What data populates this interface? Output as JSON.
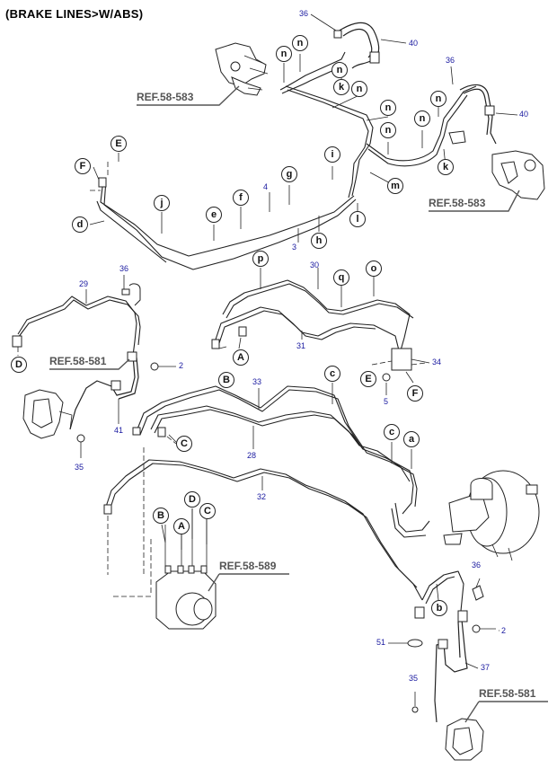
{
  "title": "(BRAKE  LINES>W/ABS)",
  "refs": [
    "REF.58-583",
    "REF.58-583",
    "REF.58-581",
    "REF.58-589",
    "REF.58-581"
  ],
  "part_numbers": [
    "36",
    "40",
    "36",
    "40",
    "4",
    "3",
    "29",
    "36",
    "2",
    "35",
    "41",
    "30",
    "31",
    "34",
    "5",
    "33",
    "28",
    "32",
    "36",
    "2",
    "51",
    "37",
    "35"
  ],
  "callouts": [
    "n",
    "n",
    "n",
    "k",
    "n",
    "n",
    "n",
    "n",
    "k",
    "n",
    "m",
    "E",
    "F",
    "d",
    "j",
    "e",
    "f",
    "g",
    "i",
    "l",
    "h",
    "p",
    "q",
    "o",
    "D",
    "A",
    "B",
    "E",
    "F",
    "c",
    "c",
    "a",
    "C",
    "D",
    "A",
    "C",
    "B",
    "b"
  ]
}
